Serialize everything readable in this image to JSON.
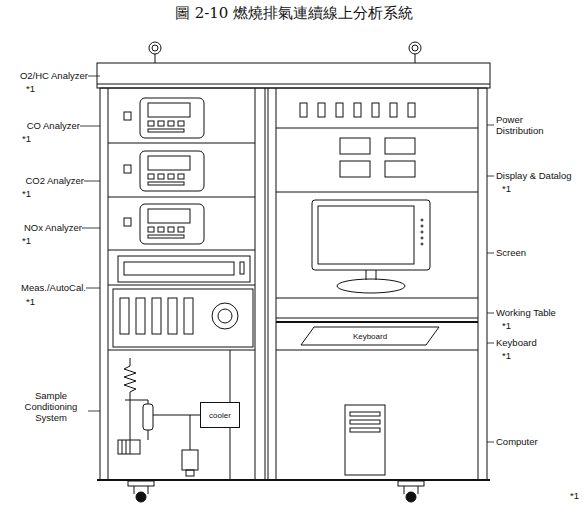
{
  "diagram": {
    "title": "圖 2-10 燃燒排氣連續線上分析系統",
    "nodes": [
      {
        "text": [
          "cooler"
        ]
      },
      {
        "text": [
          "Keyboard"
        ]
      }
    ],
    "labels": [
      "O2/HC Analyzer",
      "*1",
      "CO Analyzer",
      "*1",
      "CO2 Analyzer",
      "*1",
      "NOx Analyzer",
      "*1",
      "Meas./AutoCal.",
      "*1",
      "Sample Conditioning System",
      "Power Distribution",
      "Display & Datalog",
      "*1",
      "Screen",
      "Working Table",
      "*1",
      "Keyboard",
      "*1",
      "Computer",
      "*1"
    ]
  }
}
